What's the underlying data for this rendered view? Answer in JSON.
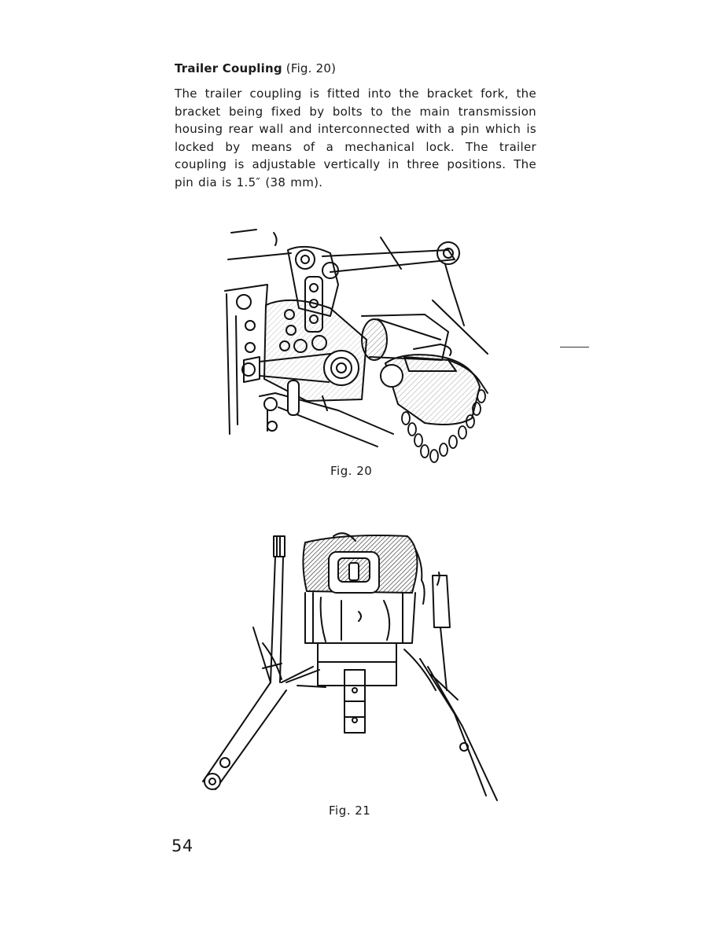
{
  "section": {
    "title": "Trailer Coupling",
    "title_ref": "(Fig. 20)"
  },
  "body": {
    "paragraph": "The trailer coupling is fitted into the bracket fork, the bracket being fixed by bolts to the main transmission housing rear wall and interconnected with a pin which is locked by means of a mechanical lock. The trailer coupling is adjustable vertically in three positions. The pin dia is 1.5″ (38 mm)."
  },
  "figures": [
    {
      "caption": "Fig. 20",
      "illustration": "trailer-coupling-side-view"
    },
    {
      "caption": "Fig. 21",
      "illustration": "trailer-coupling-rear-view"
    }
  ],
  "page_number": "54"
}
